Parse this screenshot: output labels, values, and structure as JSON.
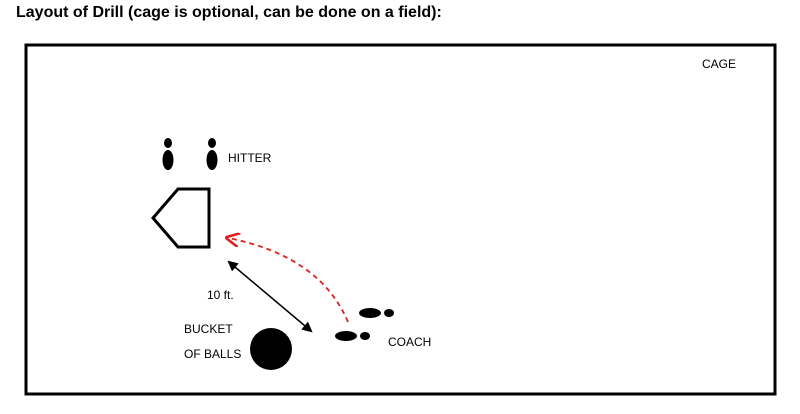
{
  "title": "Layout of Drill (cage is optional, can be done on a field):",
  "labels": {
    "cage": "CAGE",
    "hitter": "HITTER",
    "distance": "10 ft.",
    "bucket_line1": "BUCKET",
    "bucket_line2": "OF BALLS",
    "coach": "COACH"
  },
  "colors": {
    "outline": "#000000",
    "throw_arrow": "#e02020",
    "ball": "#000000"
  },
  "icons": {
    "hitter_feet": "footprints-icon",
    "coach_feet": "footprints-icon",
    "home_plate": "home-plate-icon",
    "bucket": "bucket-of-balls-icon"
  }
}
